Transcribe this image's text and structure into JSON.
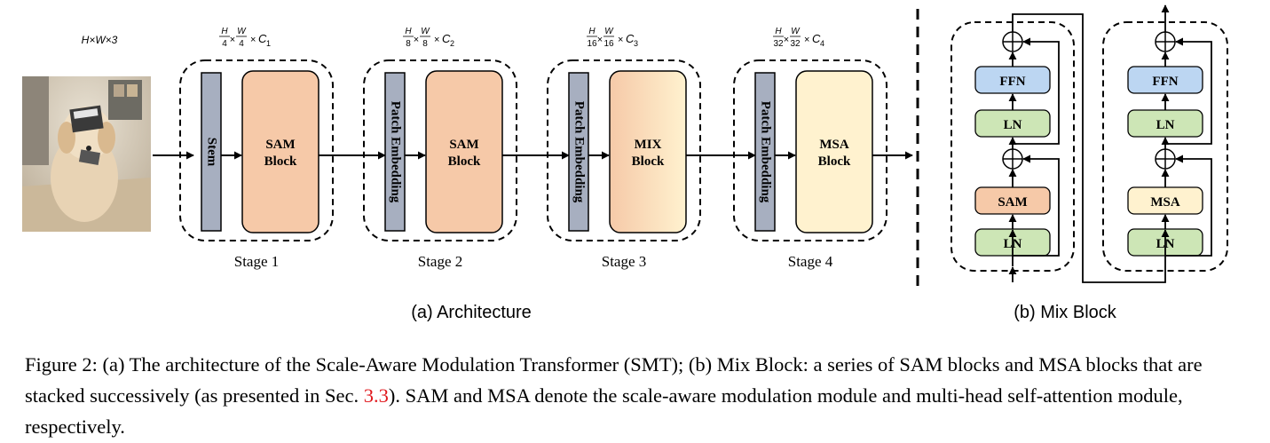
{
  "input": {
    "dim_label": "H×W×3",
    "image_alt": "puppy photo"
  },
  "stages": [
    {
      "label": "Stage 1",
      "embed": "Stem",
      "block_line1": "SAM",
      "block_line2": "Block",
      "dim": {
        "h": "H",
        "hd": "4",
        "w": "W",
        "wd": "4",
        "c": "C",
        "ci": "1"
      }
    },
    {
      "label": "Stage 2",
      "embed": "Patch Embedding",
      "block_line1": "SAM",
      "block_line2": "Block",
      "dim": {
        "h": "H",
        "hd": "8",
        "w": "W",
        "wd": "8",
        "c": "C",
        "ci": "2"
      }
    },
    {
      "label": "Stage 3",
      "embed": "Patch Embedding",
      "block_line1": "MIX",
      "block_line2": "Block",
      "dim": {
        "h": "H",
        "hd": "16",
        "w": "W",
        "wd": "16",
        "c": "C",
        "ci": "3"
      }
    },
    {
      "label": "Stage 4",
      "embed": "Patch Embedding",
      "block_line1": "MSA",
      "block_line2": "Block",
      "dim": {
        "h": "H",
        "hd": "32",
        "w": "W",
        "wd": "32",
        "c": "C",
        "ci": "4"
      }
    }
  ],
  "mix_block": {
    "left": {
      "ffn": "FFN",
      "ln_top": "LN",
      "attn": "SAM",
      "ln_bottom": "LN"
    },
    "right": {
      "ffn": "FFN",
      "ln_top": "LN",
      "attn": "MSA",
      "ln_bottom": "LN"
    }
  },
  "subcaptions": {
    "a": "(a) Architecture",
    "b": "(b) Mix Block"
  },
  "caption": {
    "part1": "Figure 2: (a) The architecture of the Scale-Aware Modulation Transformer (SMT); (b) Mix Block: a series of SAM blocks and MSA blocks that are stacked successively (as presented in Sec. ",
    "ref": "3.3",
    "part2": "). SAM and MSA denote the scale-aware modulation module and multi-head self-attention module, respectively."
  },
  "colors": {
    "embed_fill": "#a7afc0",
    "sam_fill": "#f6c9a8",
    "msa_fill": "#fff2cf",
    "ffn_fill": "#bcd6f2",
    "ln_fill": "#cde6b6",
    "caption_ref": "#e0191e"
  }
}
